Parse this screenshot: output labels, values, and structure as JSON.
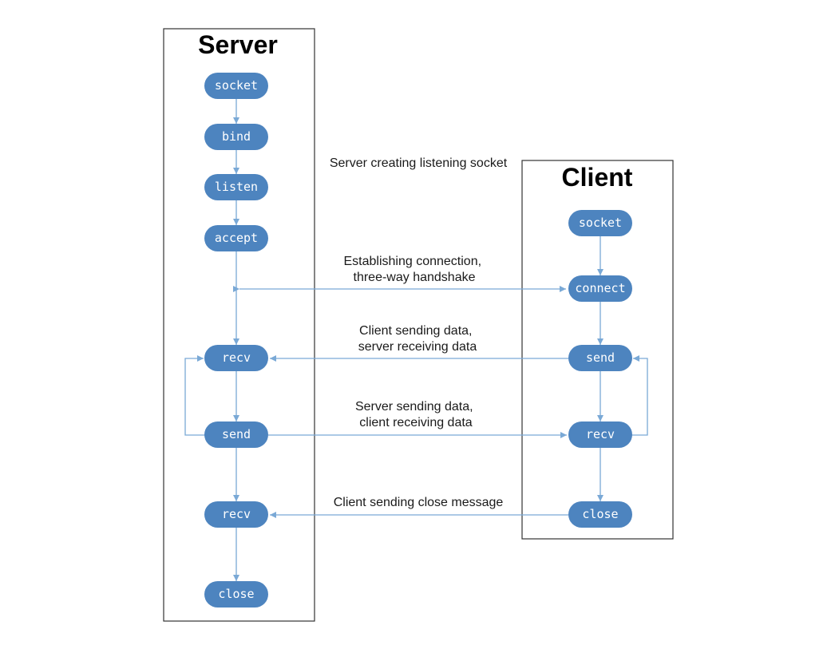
{
  "colors": {
    "node_fill": "#4d84bf",
    "node_text": "#ffffff",
    "arrow": "#7aa9d6",
    "border": "#333333"
  },
  "server": {
    "title": "Server",
    "nodes": {
      "socket": "socket",
      "bind": "bind",
      "listen": "listen",
      "accept": "accept",
      "recv1": "recv",
      "send": "send",
      "recv2": "recv",
      "close": "close"
    }
  },
  "client": {
    "title": "Client",
    "nodes": {
      "socket": "socket",
      "connect": "connect",
      "send": "send",
      "recv": "recv",
      "close": "close"
    }
  },
  "captions": {
    "listening": "Server creating listening socket",
    "handshake": [
      "Establishing connection,",
      "three-way handshake"
    ],
    "client_send": [
      "Client sending data,",
      "server receiving data"
    ],
    "server_send": [
      "Server sending data,",
      "client receiving data"
    ],
    "close_msg": "Client sending close message"
  }
}
